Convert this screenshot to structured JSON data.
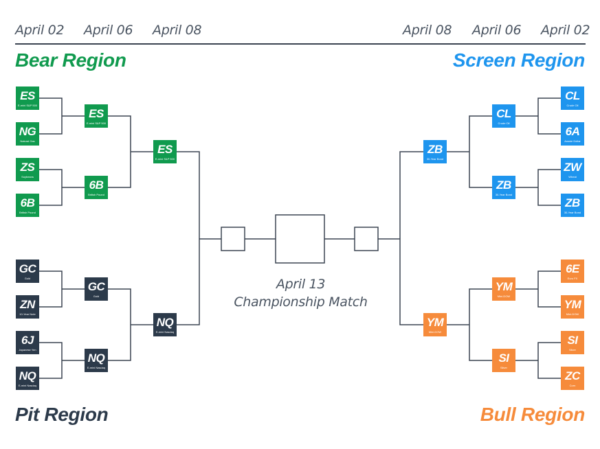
{
  "dates": {
    "left": [
      "April 02",
      "April 06",
      "April 08"
    ],
    "right": [
      "April 08",
      "April 06",
      "April 02"
    ]
  },
  "colors": {
    "green": "#109a4e",
    "blue": "#1e95ee",
    "dark": "#2c3a4a",
    "orange": "#f68b3b",
    "line": "#3a4350"
  },
  "regions": {
    "bear": "Bear Region",
    "screen": "Screen Region",
    "pit": "Pit Region",
    "bull": "Bull Region"
  },
  "teams": {
    "b1": {
      "sym": "ES",
      "name": "E-mini S&P 500"
    },
    "b2": {
      "sym": "NG",
      "name": "Natural Gas"
    },
    "b3": {
      "sym": "ZS",
      "name": "Soybeans"
    },
    "b4": {
      "sym": "6B",
      "name": "British Pound"
    },
    "b5": {
      "sym": "ES",
      "name": "E-mini S&P 500"
    },
    "b6": {
      "sym": "6B",
      "name": "British Pound"
    },
    "b7": {
      "sym": "ES",
      "name": "E-mini S&P 500"
    },
    "p1": {
      "sym": "GC",
      "name": "Gold"
    },
    "p2": {
      "sym": "ZN",
      "name": "10-Year Note"
    },
    "p3": {
      "sym": "6J",
      "name": "Japanese Yen"
    },
    "p4": {
      "sym": "NQ",
      "name": "E-mini Nasdaq"
    },
    "p5": {
      "sym": "GC",
      "name": "Gold"
    },
    "p6": {
      "sym": "NQ",
      "name": "E-mini Nasdaq"
    },
    "p7": {
      "sym": "NQ",
      "name": "E-mini Nasdaq"
    },
    "s1": {
      "sym": "CL",
      "name": "Crude Oil"
    },
    "s2": {
      "sym": "6A",
      "name": "Aussie Dollar"
    },
    "s3": {
      "sym": "ZW",
      "name": "Wheat"
    },
    "s4": {
      "sym": "ZB",
      "name": "30-Year Bond"
    },
    "s5": {
      "sym": "CL",
      "name": "Crude Oil"
    },
    "s6": {
      "sym": "ZB",
      "name": "30-Year Bond"
    },
    "s7": {
      "sym": "ZB",
      "name": "30-Year Bond"
    },
    "u1": {
      "sym": "6E",
      "name": "Euro FX"
    },
    "u2": {
      "sym": "YM",
      "name": "Mini-DOW"
    },
    "u3": {
      "sym": "SI",
      "name": "Silver"
    },
    "u4": {
      "sym": "ZC",
      "name": "Corn"
    },
    "u5": {
      "sym": "YM",
      "name": "Mini-DOW"
    },
    "u6": {
      "sym": "SI",
      "name": "Silver"
    },
    "u7": {
      "sym": "YM",
      "name": "Mini-DOW"
    }
  },
  "championship": {
    "date": "April 13",
    "label": "Championship Match"
  }
}
